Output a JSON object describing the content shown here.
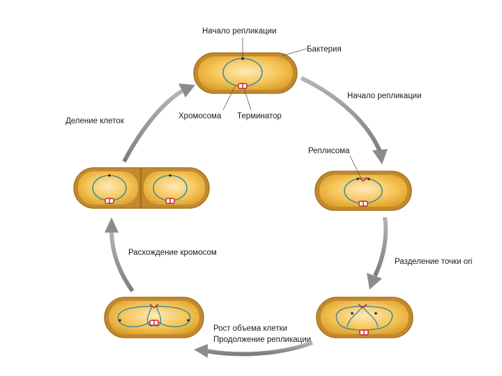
{
  "labels": {
    "origin_top": "Начало репликации",
    "bacterium": "Бактерия",
    "chromosome": "Хромосома",
    "terminator": "Терминатор",
    "replication_start": "Начало репликации",
    "replisome": "Реплисома",
    "ori_separation": "Разделение точки ori",
    "growth": "Рост объема клетки",
    "continued_replication": "Продолжение репликации",
    "chromosome_segregation": "Расхождение кромосом",
    "cell_division": "Деление клеток"
  },
  "colors": {
    "cell_fill": "#f2b53c",
    "cell_wall": "#b8842a",
    "cell_inner": "#fbe3a6",
    "chromosome": "#3e8e9a",
    "origin": "#c0282d",
    "terminator": "#c0282d",
    "arrow": "#8c8c8c"
  }
}
